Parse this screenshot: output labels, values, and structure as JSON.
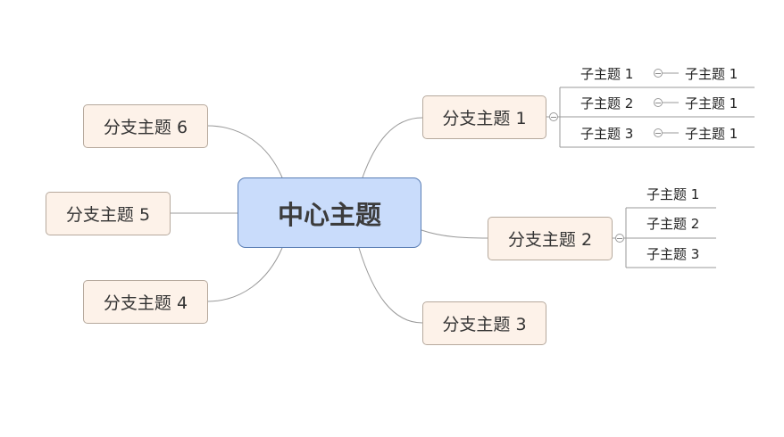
{
  "central_topic": "中心主题",
  "branches": [
    {
      "label": "分支主题 1",
      "subtopics": [
        {
          "label": "子主题 1",
          "child": "子主题 1"
        },
        {
          "label": "子主题 2",
          "child": "子主题 1"
        },
        {
          "label": "子主题 3",
          "child": "子主题 1"
        }
      ]
    },
    {
      "label": "分支主题 2",
      "subtopics": [
        {
          "label": "子主题 1"
        },
        {
          "label": "子主题 2"
        },
        {
          "label": "子主题 3"
        }
      ]
    },
    {
      "label": "分支主题 3"
    },
    {
      "label": "分支主题 4"
    },
    {
      "label": "分支主题 5"
    },
    {
      "label": "分支主题 6"
    }
  ],
  "colors": {
    "central_fill": "#c9dcfb",
    "central_border": "#5b7fb5",
    "branch_fill": "#fdf2e9",
    "branch_border": "#b6a99d",
    "connector": "#9a9a9a"
  }
}
